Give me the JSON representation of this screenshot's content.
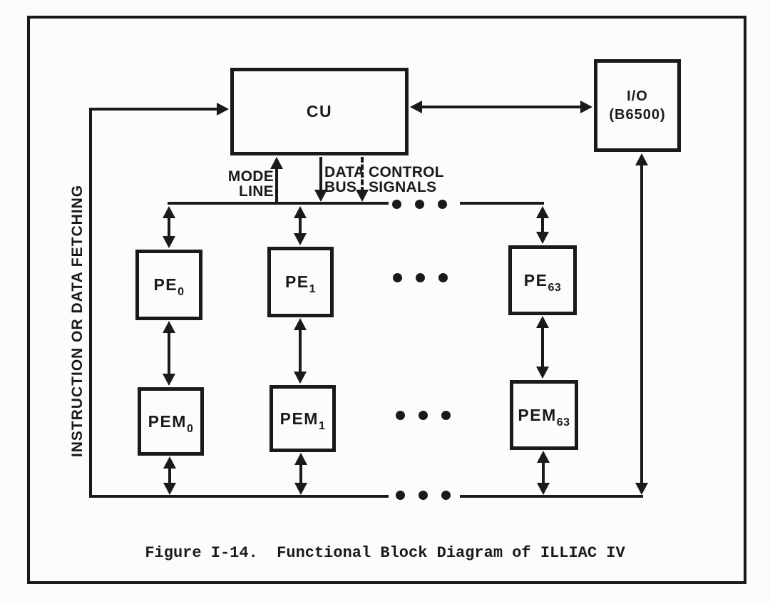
{
  "figure": {
    "caption": "Figure I-14.  Functional Block Diagram of ILLIAC IV",
    "side_label": "INSTRUCTION OR DATA FETCHING"
  },
  "blocks": {
    "cu": {
      "label": "CU"
    },
    "io": {
      "line1": "I/O",
      "line2": "(B6500)"
    },
    "pe0": {
      "base": "PE",
      "sub": "0"
    },
    "pe1": {
      "base": "PE",
      "sub": "1"
    },
    "pe63": {
      "base": "PE",
      "sub": "63"
    },
    "pem0": {
      "base": "PEM",
      "sub": "0"
    },
    "pem1": {
      "base": "PEM",
      "sub": "1"
    },
    "pem63": {
      "base": "PEM",
      "sub": "63"
    }
  },
  "bus_labels": {
    "mode": [
      "MODE",
      "LINE"
    ],
    "data": [
      "DATA",
      "BUS"
    ],
    "control": [
      "CONTROL",
      "SIGNALS"
    ]
  },
  "colors": {
    "ink": "#1a1a1a",
    "paper": "#fcfcfa"
  }
}
